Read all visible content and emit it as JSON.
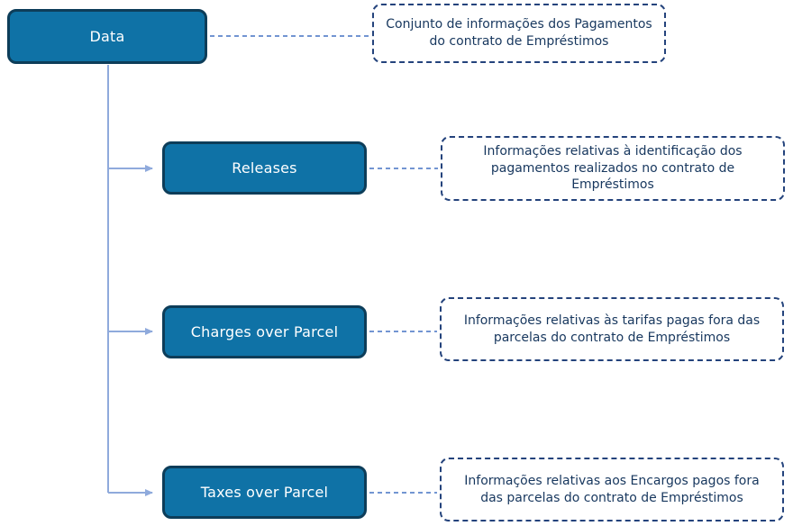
{
  "diagram": {
    "root": {
      "label": "Data",
      "note": "Conjunto de informações dos Pagamentos do contrato de Empréstimos"
    },
    "children": [
      {
        "label": "Releases",
        "note": "Informações relativas à identificação dos pagamentos realizados no contrato de Empréstimos"
      },
      {
        "label": "Charges over Parcel",
        "note": "Informações relativas às tarifas pagas fora das parcelas do contrato de Empréstimos"
      },
      {
        "label": "Taxes over Parcel",
        "note": "Informações relativas aos Encargos pagos fora das parcelas do contrato de Empréstimos"
      }
    ],
    "colors": {
      "node_fill": "#0F72A6",
      "node_border": "#0D3D59",
      "node_text": "#FFFFFF",
      "callout_border": "#24437C",
      "callout_text": "#17375E",
      "tree_connector": "#8FAADC",
      "note_connector": "#4472C4"
    }
  }
}
